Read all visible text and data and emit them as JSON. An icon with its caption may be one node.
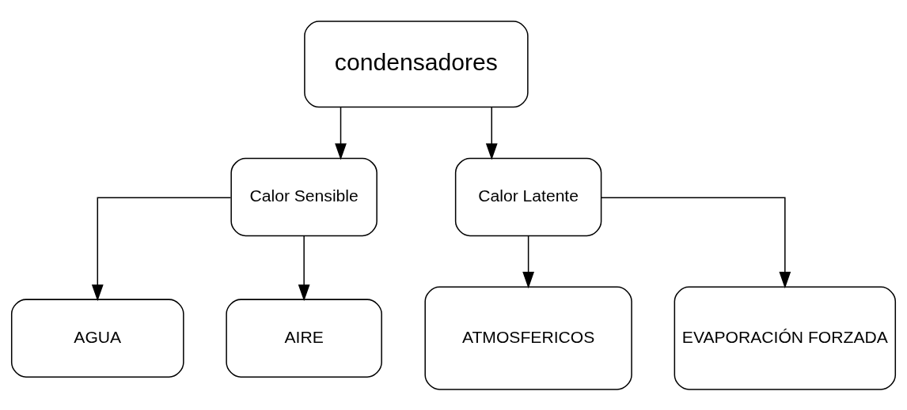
{
  "diagram": {
    "nodes": [
      {
        "text": [
          "condensadores"
        ]
      },
      {
        "text": [
          "Calor Sensible"
        ]
      },
      {
        "text": [
          "Calor Latente"
        ]
      },
      {
        "text": [
          "AGUA"
        ]
      },
      {
        "text": [
          "AIRE"
        ]
      },
      {
        "text": [
          "ATMOSFERICOS"
        ]
      },
      {
        "text": [
          "EVAPORACIÓN FORZADA"
        ]
      }
    ],
    "edges": [
      {
        "from": 0,
        "to": 1,
        "arrow": "to"
      },
      {
        "from": 0,
        "to": 2,
        "arrow": "to"
      },
      {
        "from": 1,
        "to": 3,
        "arrow": "to"
      },
      {
        "from": 1,
        "to": 4,
        "arrow": "to"
      },
      {
        "from": 2,
        "to": 5,
        "arrow": "to"
      },
      {
        "from": 2,
        "to": 6,
        "arrow": "to"
      }
    ]
  }
}
